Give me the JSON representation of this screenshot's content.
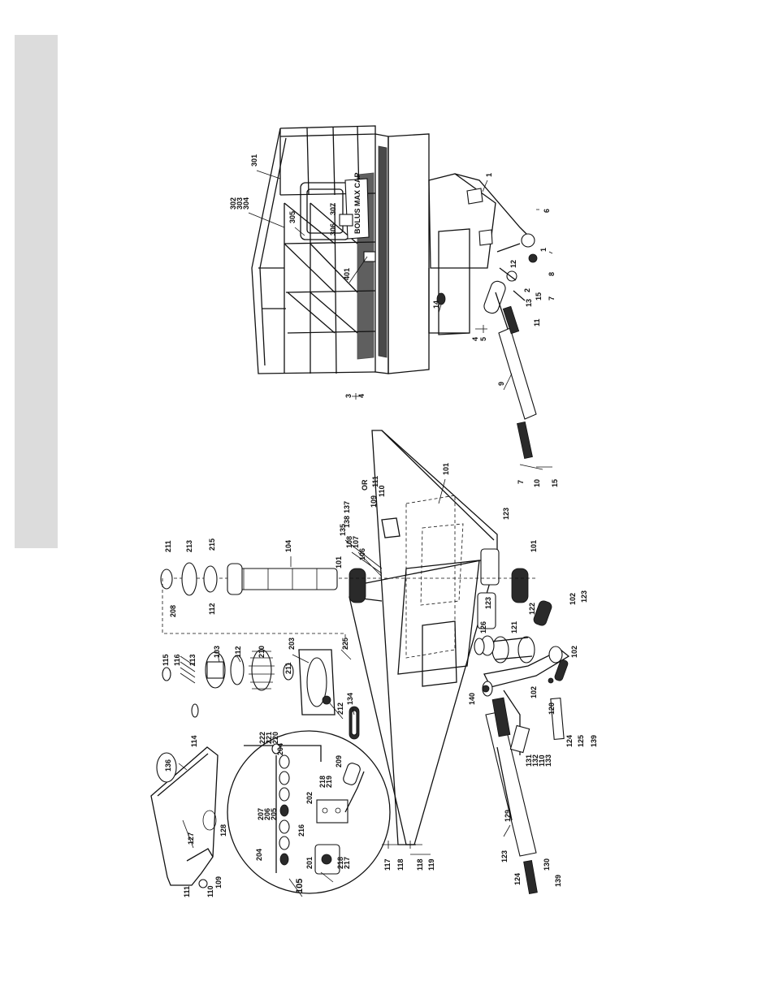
{
  "sign_text": "BOLUS MAX CAP",
  "detail_callout": "105",
  "or_text": "OR",
  "callouts": {
    "c1": "1",
    "c1b": "1",
    "c2": "2",
    "c3": "3",
    "c4a": "4",
    "c4b": "4",
    "c5": "5",
    "c6": "6",
    "c7a": "7",
    "c7b": "7",
    "c8": "8",
    "c9": "9",
    "c10": "10",
    "c11": "11",
    "c12": "12",
    "c13": "13",
    "c14": "14",
    "c15a": "15",
    "c15b": "15",
    "c101a": "101",
    "c101b": "101",
    "c101c": "101",
    "c102a": "102",
    "c102b": "102",
    "c102c": "102",
    "c103": "103",
    "c104": "104",
    "c106": "106",
    "c107": "107",
    "c108": "108",
    "c109a": "109",
    "c109b": "109",
    "c110a": "110",
    "c110b": "110",
    "c110c": "110",
    "c111a": "111",
    "c111b": "111",
    "c112a": "112",
    "c112b": "112",
    "c113": "113",
    "c114": "114",
    "c115": "115",
    "c116": "116",
    "c117": "117",
    "c118a": "118",
    "c118b": "118",
    "c119": "119",
    "c120": "120",
    "c121": "121",
    "c122": "122",
    "c123a": "123",
    "c123b": "123",
    "c123c": "123",
    "c123d": "123",
    "c124a": "124",
    "c124b": "124",
    "c125": "125",
    "c126": "126",
    "c127": "127",
    "c128": "128",
    "c129": "129",
    "c130": "130",
    "c131": "131",
    "c132": "132",
    "c133": "133",
    "c134": "134",
    "c135": "135",
    "c136": "136",
    "c137": "137",
    "c138": "138",
    "c139a": "139",
    "c139b": "139",
    "c140": "140",
    "c201": "201",
    "c202": "202",
    "c203": "203",
    "c204a": "204",
    "c204b": "204",
    "c205": "205",
    "c206": "206",
    "c207": "207",
    "c208": "208",
    "c209": "209",
    "c210": "210",
    "c211a": "211",
    "c211b": "211",
    "c212": "212",
    "c213": "213",
    "c215": "215",
    "c216": "216",
    "c217": "217",
    "c218a": "218",
    "c218b": "218",
    "c219": "219",
    "c220": "220",
    "c221": "221",
    "c222": "222",
    "c225": "225",
    "c301": "301",
    "c302": "302",
    "c303": "303",
    "c304": "304",
    "c305": "305",
    "c306": "306",
    "c307": "307",
    "c401": "401"
  },
  "colors": {
    "side_tab": "#dcdcdc",
    "ink": "#111111"
  }
}
